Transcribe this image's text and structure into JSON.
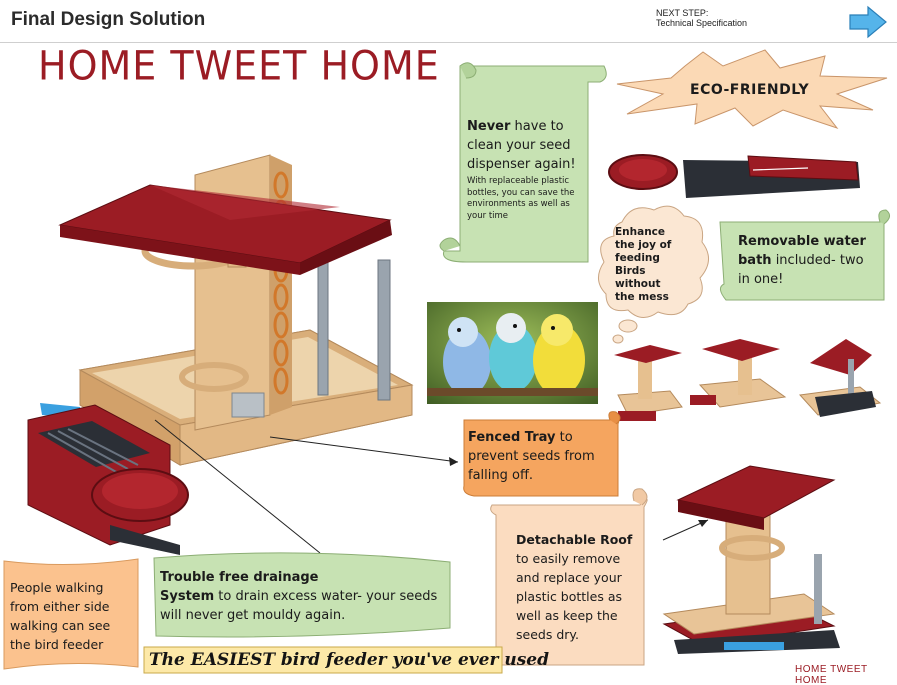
{
  "header": {
    "title": "Final Design Solution",
    "next_step_label": "NEXT STEP:",
    "next_step_value": "Technical Specification"
  },
  "heading": "HOME TWEET HOME",
  "eco_badge": "ECO-FRIENDLY",
  "cloud_text": [
    "Enhance",
    "the joy of",
    "feeding",
    "Birds",
    "without",
    "the mess"
  ],
  "notes": {
    "never_clean": {
      "lines_bold": [
        "Never",
        "have to",
        "clean your seed",
        "dispenser again!"
      ],
      "sub_lines": [
        "With replaceable plastic",
        "bottles, you can save the",
        "environments as well as",
        "your time"
      ]
    },
    "water_bath": {
      "line1_bold": "Removable water",
      "line2_bold": "bath",
      "line2_rest": " included- two",
      "line3": "in one!"
    },
    "fenced_tray": {
      "line1_bold": "Fenced Tray",
      "line1_rest": " to",
      "line2": "prevent seeds from",
      "line3": "falling off."
    },
    "detachable_roof": {
      "line1_bold": "Detachable Roof",
      "lines": [
        " to easily remove",
        "and replace your",
        "plastic bottles as",
        "well as keep the",
        "seeds dry."
      ]
    },
    "drainage": {
      "line1_bold": "Trouble free drainage",
      "line2_bold": "System",
      "line2_rest": " to drain excess water- your seeds",
      "line3": "will never get mouldy again."
    },
    "people_walking": {
      "lines": [
        "People walking",
        "from either side",
        "walking can see",
        "the bird feeder"
      ]
    }
  },
  "tagline": "The EASIEST bird feeder you've ever used",
  "footer_brand": "HOME TWEET HOME",
  "colors": {
    "roof_red": "#9b1c24",
    "wood": "#e8c497",
    "green_scroll": "#c7e2b3",
    "orange_scroll": "#f5a55f",
    "peach_scroll": "#fbdcc0",
    "arrow_blue": "#55b4ea"
  },
  "icons": {
    "next": "arrow-right-icon"
  }
}
